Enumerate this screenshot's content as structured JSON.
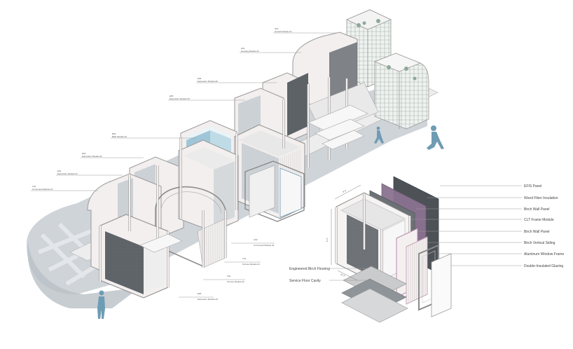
{
  "corridor_labels": [
    {
      "code": "G01",
      "name": "Growth Module 01"
    },
    {
      "code": "H01",
      "name": "Housing Module 01"
    },
    {
      "code": "E06",
      "name": "Expansion Module 06"
    },
    {
      "code": "E05",
      "name": "Expansion Module 05"
    },
    {
      "code": "B02",
      "name": "Bath Module 02"
    },
    {
      "code": "E02",
      "name": "Expansion Module 02"
    },
    {
      "code": "E01",
      "name": "Expansion Module 01"
    },
    {
      "code": "C01",
      "name": "Communal Module 01"
    },
    {
      "code": "C02",
      "name": "Communal Module 02"
    },
    {
      "code": "T01",
      "name": "Terrace Module 01"
    },
    {
      "code": "T02",
      "name": "Terrace Module 02"
    },
    {
      "code": "E00",
      "name": "Expansion Module 00"
    }
  ],
  "layer_labels": [
    "EFIS Panel",
    "Wood Fiber Insulation",
    "Birch Wall Panel",
    "CLT Frame Module",
    "Birch Wall Panel",
    "Birch Vertical Siding",
    "Aluminum Window Frame",
    "Double-Insulated Glazing"
  ],
  "floor_labels": [
    "Engineered Birch Flooring",
    "Service Floor Cavity"
  ],
  "dimensions": [
    "9' 6\"",
    "8' 9\"",
    "11' 0\""
  ],
  "colors": {
    "accent_blue": "#6e9cb4",
    "glass_blue": "#a9cddc",
    "shadow_grey": "#c9cfd3",
    "dark_panel": "#595e63",
    "purple_layer": "#8b7290",
    "frame_tint": "#f4efef"
  },
  "icons": [
    "walking-person-icon",
    "standing-person-icon",
    "plant-icon"
  ]
}
